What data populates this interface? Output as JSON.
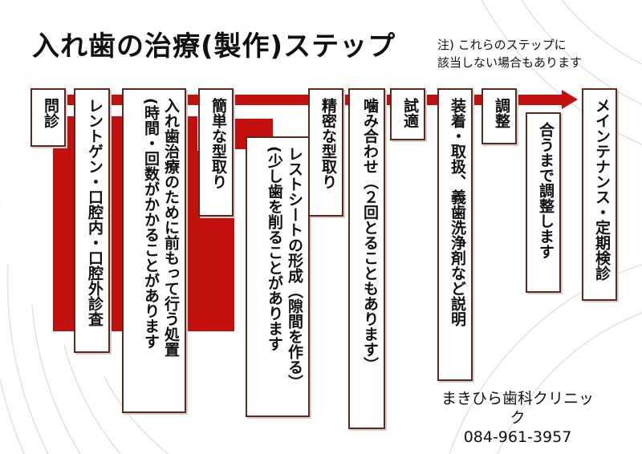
{
  "title": "入れ歯の治療(製作)ステップ",
  "note": "注) これらのステップに\n該当しない場合もあります",
  "steps": [
    {
      "label": "問診"
    },
    {
      "label": "レントゲン・口腔内・口腔外診査"
    },
    {
      "label": "入れ歯治療のために前もって行う処置\n(時間・回数がかかることがあります"
    },
    {
      "label": "簡単な型取り"
    },
    {
      "label": "レストシートの形成（隙間を作る）\n(少し歯を削ることがあります"
    },
    {
      "label": "精密な型取り"
    },
    {
      "label": "噛み合わせ（２回とることもあります）"
    },
    {
      "label": "試適"
    },
    {
      "label": "装着・取扱、義歯洗浄剤など説明"
    },
    {
      "label": "調整"
    },
    {
      "label": "合うまで調整します"
    },
    {
      "label": "メインテナンス・定期検診"
    }
  ],
  "clinic": {
    "name": "まきひら歯科クリニック",
    "phone": "084-961-3957"
  },
  "colors": {
    "accent_red": "#c40f0f",
    "box_border": "#5b2a1c"
  }
}
